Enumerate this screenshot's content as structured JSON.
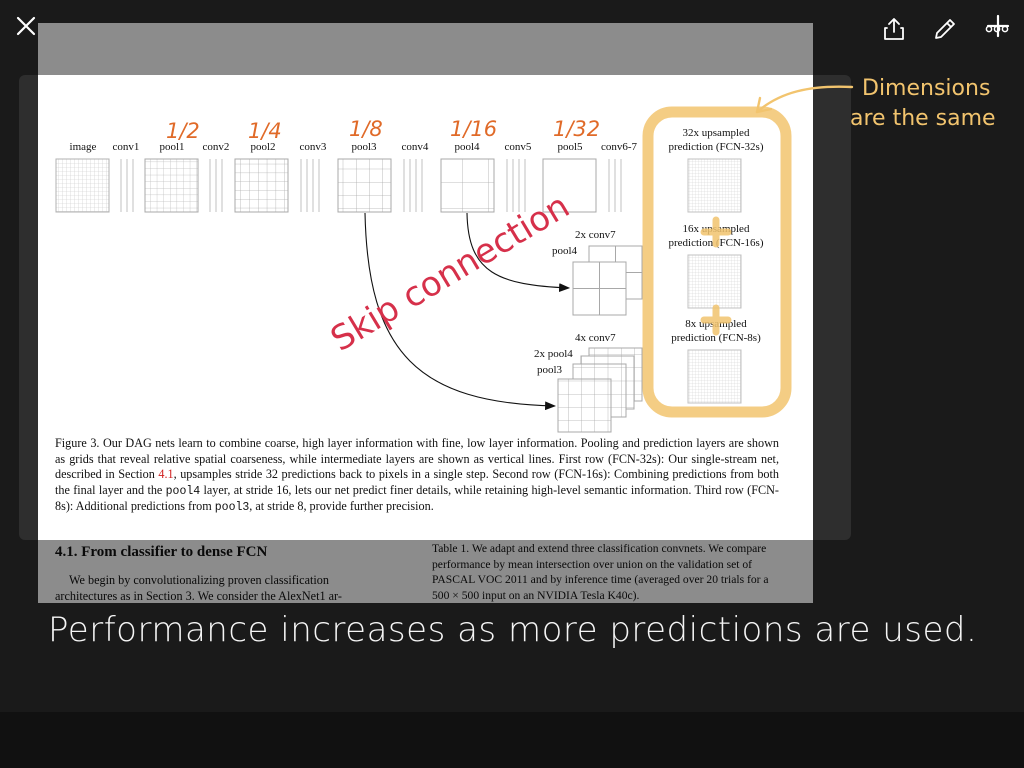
{
  "top_bar": {
    "close_icon": "close-icon",
    "add_icon": "plus-icon"
  },
  "figure": {
    "layer_labels": [
      "image",
      "conv1",
      "pool1",
      "conv2",
      "pool2",
      "conv3",
      "pool3",
      "conv4",
      "pool4",
      "conv5",
      "pool5",
      "conv6-7"
    ],
    "skip_labels": {
      "row2_a": "2x conv7",
      "row2_b": "pool4",
      "row3_a": "4x conv7",
      "row3_b": "2x pool4",
      "row3_c": "pool3"
    },
    "predictions": [
      {
        "line1": "32x upsampled",
        "line2": "prediction (FCN-32s)"
      },
      {
        "line1": "16x upsampled",
        "line2": "prediction (FCN-16s)"
      },
      {
        "line1": "8x upsampled",
        "line2": "prediction (FCN-8s)"
      }
    ]
  },
  "caption": {
    "part1": "Figure 3. Our DAG nets learn to combine coarse, high layer information with fine, low layer information. Pooling and prediction layers are shown as grids that reveal relative spatial coarseness, while intermediate layers are shown as vertical lines. First row (FCN-32s): Our single-stream net, described in Section ",
    "ref1": "4.1",
    "part2": ", upsamples stride 32 predictions back to pixels in a single step. Second row (FCN-16s): Combining predictions from both the final layer and the ",
    "code1": "pool4",
    "part3": " layer, at stride 16, lets our net predict finer details, while retaining high-level semantic information. Third row (FCN-8s): Additional predictions from ",
    "code2": "pool3",
    "part4": ", at stride 8, provide further precision."
  },
  "section": {
    "heading": "4.1. From classifier to dense FCN",
    "body": "We begin by convolutionalizing proven classification architectures as in Section 3. We consider the AlexNet1 ar-"
  },
  "table_caption": "Table 1. We adapt and extend three classification convnets. We compare performance by mean intersection over union on the validation set of PASCAL VOC 2011 and by inference time (averaged over 20 trials for a 500 × 500 input on an NVIDIA Tesla K40c).",
  "annotations": {
    "fractions": [
      "1/2",
      "1/4",
      "1/8",
      "1/16",
      "1/32"
    ],
    "skip_connection": "Skip connection",
    "dimensions_line1": "Dimensions",
    "dimensions_line2": "are the same",
    "bottom_note": "Performance increases as more predictions are used."
  },
  "colors": {
    "background": "#1a1a1a",
    "annotation_red": "#d6304a",
    "annotation_orange": "#e06a28",
    "highlight_yellow": "#f2c46e",
    "handwriting_white": "#f5f5f5"
  },
  "toolbar": {
    "share_icon": "share-icon",
    "edit_icon": "pencil-icon",
    "more_icon": "more-icon"
  }
}
